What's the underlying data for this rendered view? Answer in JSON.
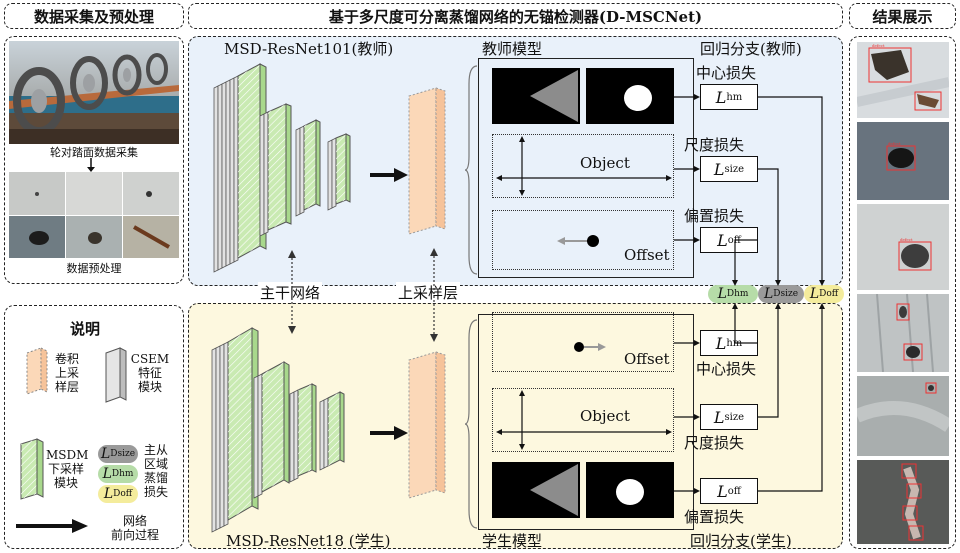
{
  "headers": {
    "left": "数据采集及预处理",
    "center": "基于多尺度可分离蒸馏网络的无锚检测器(D-MSCNet)",
    "right": "结果展示"
  },
  "left_panel": {
    "caption_top": "轮对踏面数据采集",
    "caption_bottom": "数据预处理"
  },
  "legend": {
    "title": "说明",
    "upsample": "卷积\n上采\n样层",
    "csem": "CSEM\n特征\n模块",
    "msdm": "MSDM\n下采样\n模块",
    "distill": "主从\n区域\n蒸馏\n损失",
    "forward": "网络\n前向过程",
    "l_dsize": "D",
    "l_dsize_sub": "Dsize",
    "l_dhm_sub": "Dhm",
    "l_doff_sub": "Doff"
  },
  "teacher": {
    "backbone": "MSD-ResNet101(教师)",
    "model_label": "教师模型",
    "branch_label": "回归分支(教师)",
    "loss_hm": "中心损失",
    "loss_size": "尺度损失",
    "loss_off": "偏置损失",
    "object": "Object",
    "offset": "Offset"
  },
  "student": {
    "backbone": "MSD-ResNet18 (学生)",
    "model_label": "学生模型",
    "branch_label": "回归分支(学生)",
    "loss_hm": "中心损失",
    "loss_size": "尺度损失",
    "loss_off": "偏置损失",
    "object": "Object",
    "offset": "Offset"
  },
  "mid": {
    "backbone_net": "主干网络",
    "upsample_layer": "上采样层"
  },
  "symbols": {
    "L": "L",
    "hm": "hm",
    "size": "size",
    "off": "off",
    "Dhm": "Dhm",
    "Dsize": "Dsize",
    "Doff": "Doff"
  },
  "results": {
    "defect_tag": "defect"
  },
  "colors": {
    "teacher_bg": "#e9f1fa",
    "student_bg": "#fdf8df",
    "green_block": "#c9eab2",
    "upsample": "#fbd8b8",
    "pill_dhm": "#b6dca8",
    "pill_dsize": "#9a9a9a",
    "pill_doff": "#f4ec9c"
  }
}
